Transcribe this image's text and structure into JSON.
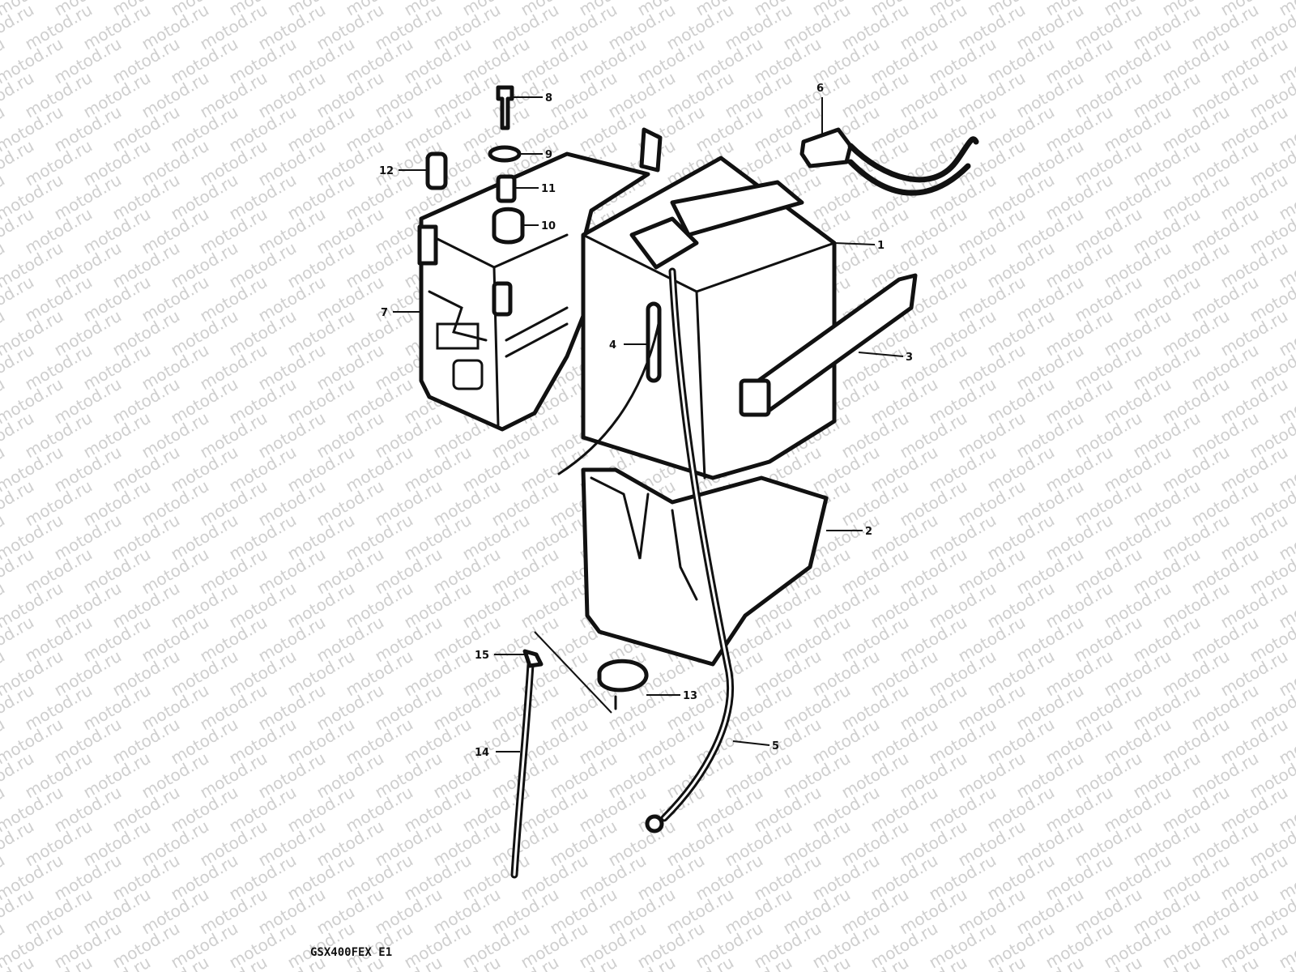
{
  "watermark": {
    "text": "motod.ru",
    "color": "#cfcfcf"
  },
  "callouts": [
    {
      "id": "1",
      "label": "1"
    },
    {
      "id": "2",
      "label": "2"
    },
    {
      "id": "3",
      "label": "3"
    },
    {
      "id": "4",
      "label": "4"
    },
    {
      "id": "5",
      "label": "5"
    },
    {
      "id": "6",
      "label": "6"
    },
    {
      "id": "7",
      "label": "7"
    },
    {
      "id": "8",
      "label": "8"
    },
    {
      "id": "9",
      "label": "9"
    },
    {
      "id": "10",
      "label": "10"
    },
    {
      "id": "11",
      "label": "11"
    },
    {
      "id": "12",
      "label": "12"
    },
    {
      "id": "13",
      "label": "13"
    },
    {
      "id": "14",
      "label": "14"
    },
    {
      "id": "15",
      "label": "15"
    }
  ],
  "drawing_code": "GSX400FEX E1",
  "line_color": "#111111"
}
